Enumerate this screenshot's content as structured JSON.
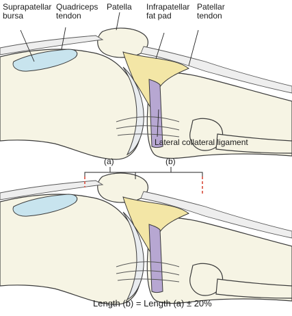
{
  "labels": {
    "suprapatellar_bursa": [
      "Suprapatellar",
      "bursa"
    ],
    "quadriceps_tendon": [
      "Quadriceps",
      "tendon"
    ],
    "patella": "Patella",
    "infrapatellar_fat_pad": [
      "Infrapatellar",
      "fat pad"
    ],
    "patellar_tendon": [
      "Patellar",
      "tendon"
    ],
    "lateral_collateral_ligament": "Lateral collateral ligament",
    "bracket_a": "(a)",
    "bracket_b": "(b)",
    "caption": "Length (b) = Length (a) ± 20%"
  },
  "colors": {
    "bone": "#f6f4e4",
    "outline": "#3a3a3a",
    "fat_pad": "#f3e6a6",
    "bursa": "#c8e4ee",
    "ligament": "#b7a7d2",
    "cartilage": "#e9ecef",
    "dash_marker": "#d84a3a"
  }
}
